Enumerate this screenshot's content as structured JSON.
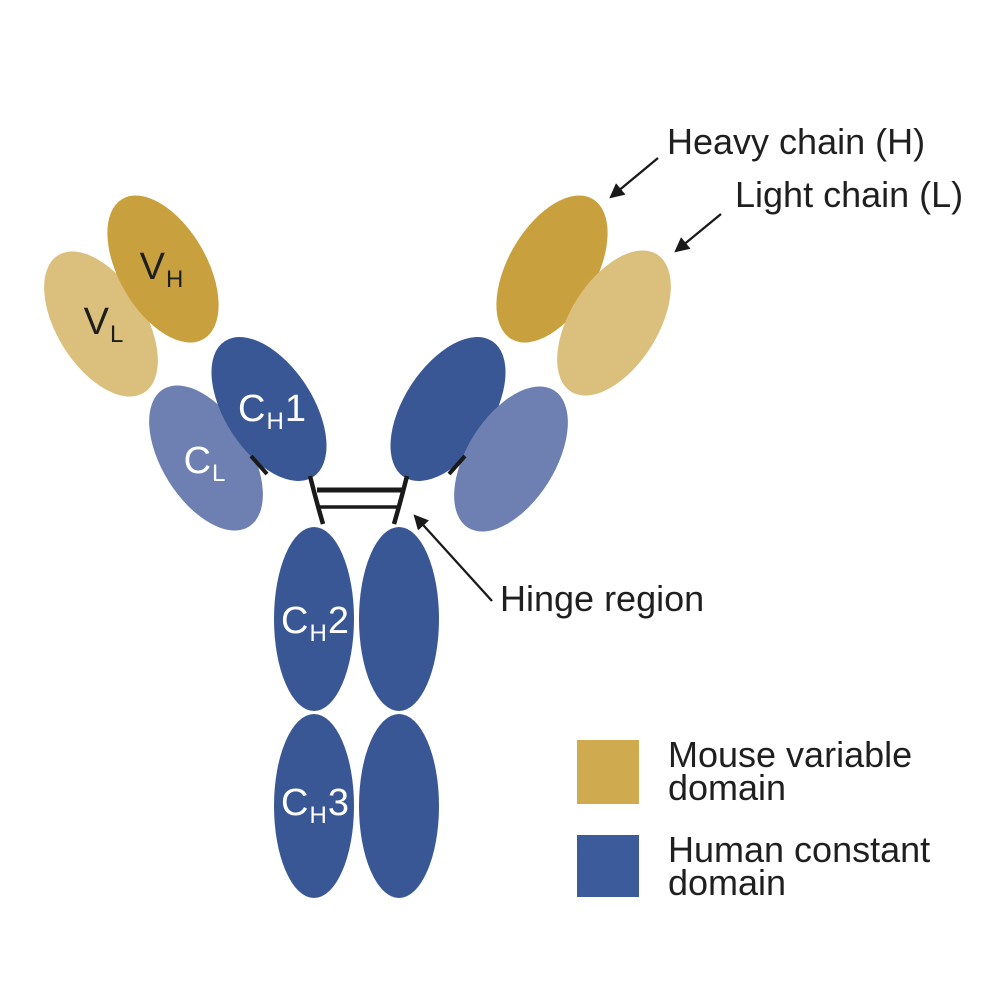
{
  "figure": {
    "background": "#ffffff",
    "subject": "chimeric antibody structure diagram"
  },
  "colors": {
    "gold_dark": "#C8A13E",
    "gold_light": "#DBBF7C",
    "blue_dark": "#3A5795",
    "blue_slate": "#6D80B1",
    "legend_gold": "#D0AA4F",
    "legend_blue": "#3C5B9A",
    "line_black": "#1a1a1a",
    "text": "#1f1f1f"
  },
  "annotations": {
    "heavy_chain": "Heavy chain (H)",
    "light_chain": "Light chain (L)",
    "hinge_region": "Hinge region"
  },
  "domain_labels": {
    "vh": {
      "main": "V",
      "sub": "H",
      "tail": ""
    },
    "vl": {
      "main": "V",
      "sub": "L",
      "tail": ""
    },
    "cl": {
      "main": "C",
      "sub": "L",
      "tail": ""
    },
    "ch1": {
      "main": "C",
      "sub": "H",
      "tail": "1"
    },
    "ch2": {
      "main": "C",
      "sub": "H",
      "tail": "2"
    },
    "ch3": {
      "main": "C",
      "sub": "H",
      "tail": "3"
    }
  },
  "legend": {
    "items": [
      {
        "label_line1": "Mouse variable",
        "label_line2": "domain",
        "color": "#D0AA4F"
      },
      {
        "label_line1": "Human constant",
        "label_line2": "domain",
        "color": "#3C5B9A"
      }
    ]
  }
}
